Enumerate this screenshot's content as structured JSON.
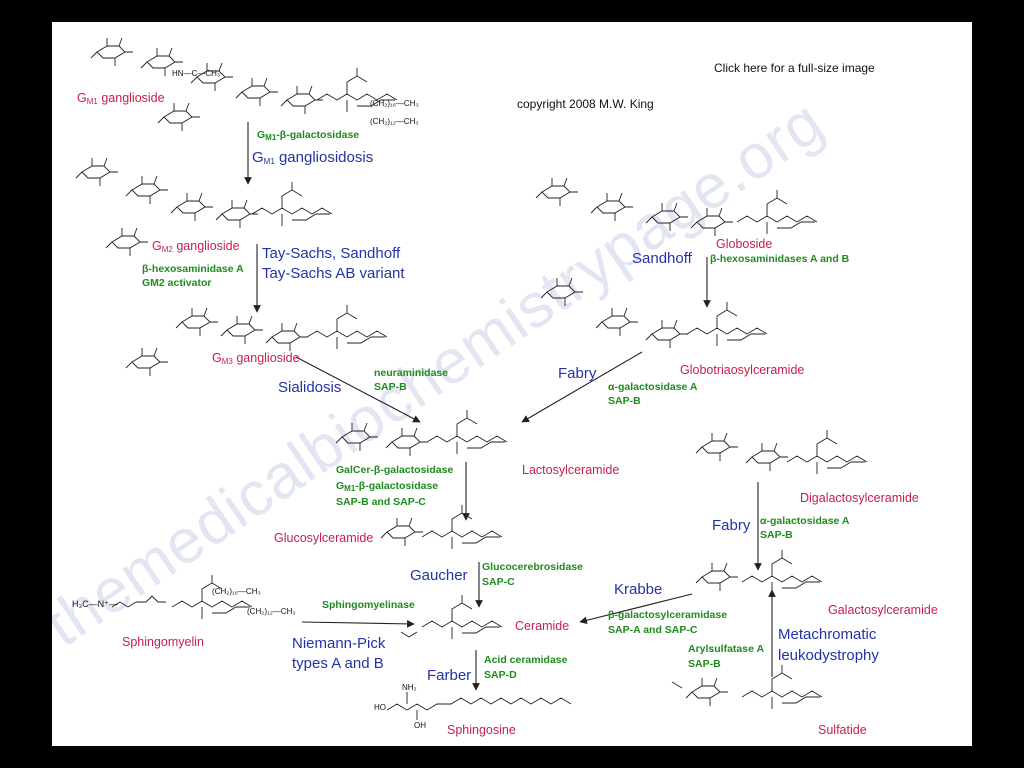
{
  "header": {
    "link": "Click here for a full-size image",
    "copyright": "copyright 2008 M.W. King"
  },
  "watermark": "themedicalbiochemistrypage.org",
  "compounds": {
    "gm1": {
      "pre": "G",
      "sub": "M1",
      "post": " ganglioside"
    },
    "gm2": {
      "pre": "G",
      "sub": "M2",
      "post": " ganglioside"
    },
    "gm3": {
      "pre": "G",
      "sub": "M3",
      "post": " ganglioside"
    },
    "globoside": "Globoside",
    "globotriaosylceramide": "Globotriaosylceramide",
    "lactosylceramide": "Lactosylceramide",
    "digalactosylceramide": "Digalactosylceramide",
    "glucosylceramide": "Glucosylceramide",
    "galactosylceramide": "Galactosylceramide",
    "sphingomyelin": "Sphingomyelin",
    "ceramide": "Ceramide",
    "sulfatide": "Sulfatide",
    "sphingosine": "Sphingosine"
  },
  "enzymes": {
    "gm1_gal": {
      "pre": "G",
      "sub": "M1",
      "post": "-β-galactosidase"
    },
    "hexA": "β-hexosaminidase A",
    "gm2_activator": "GM2 activator",
    "hexAB": "β-hexosaminidases A and B",
    "neuraminidase": "neuraminidase",
    "sapB_1": "SAP-B",
    "agal_1": "α-galactosidase A",
    "sapB_2": "SAP-B",
    "galcer_gal": "GalCer-β-galactosidase",
    "gm1_gal2": {
      "pre": "G",
      "sub": "M1",
      "post": "-β-galactosidase"
    },
    "sapB_sapC": "SAP-B and SAP-C",
    "agal_2": "α-galactosidase A",
    "sapB_3": "SAP-B",
    "glucocerebrosidase": "Glucocerebrosidase",
    "sapC": "SAP-C",
    "sphingomyelinase": "Sphingomyelinase",
    "bgalceramidase": "β-galactosylceramidase",
    "sapA_sapC": "SAP-A and SAP-C",
    "arylsulfatase": "Arylsulfatase A",
    "sapB_4": "SAP-B",
    "acid_ceramidase": "Acid ceramidase",
    "sapD": "SAP-D"
  },
  "diseases": {
    "gm1_gangliosidosis": {
      "pre": "G",
      "sub": "M1",
      "post": " gangliosidosis"
    },
    "taysachs1": "Tay-Sachs, Sandhoff",
    "taysachs2": "Tay-Sachs AB variant",
    "sandhoff": "Sandhoff",
    "fabry_1": "Fabry",
    "sialidosis": "Sialidosis",
    "fabry_2": "Fabry",
    "gaucher": "Gaucher",
    "krabbe": "Krabbe",
    "metachromatic1": "Metachromatic",
    "metachromatic2": "leukodystrophy",
    "niemann1": "Niemann-Pick",
    "niemann2": "types A and B",
    "farber": "Farber"
  },
  "structure_text": {
    "hn_c": "HN—C—CH₃",
    "ch2_16": "(CH₂)₁₆—CH₃",
    "ch2_12": "(CH₂)₁₂—CH₃",
    "choline": "H₃C—N⁺—",
    "ho": "HO",
    "oh": "OH",
    "nh2": "NH₂"
  }
}
